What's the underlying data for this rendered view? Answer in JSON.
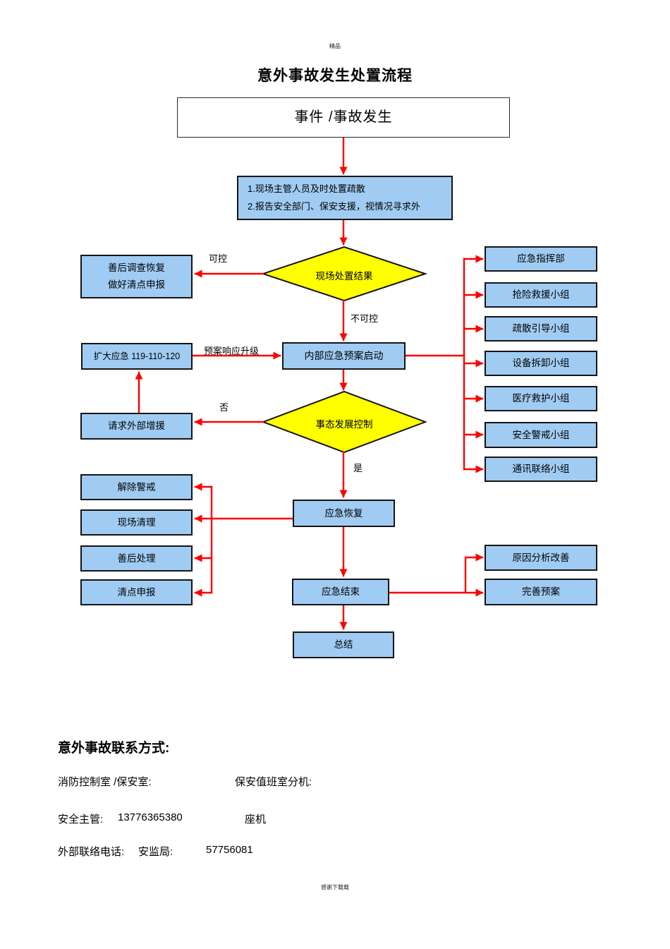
{
  "page": {
    "watermark_top": "精品",
    "title": "意外事故发生处置流程",
    "watermark_bottom": "感谢下载载"
  },
  "colors": {
    "node_fill": "#a0ccf3",
    "decision_fill": "#ffff00",
    "arrow": "#fe0000",
    "node_border": "#141414"
  },
  "flowchart": {
    "start": "事件 /事故发生",
    "initial_actions_line1": "1.现场主管人员及时处置疏散",
    "initial_actions_line2": "2.报告安全部门、保安支援，视情况寻求外",
    "decision_onsite": "现场处置结果",
    "label_controllable": "可控",
    "label_uncontrollable": "不可控",
    "aftermath_line1": "善后调查恢复",
    "aftermath_line2": "做好清点申报",
    "expand_emergency": "扩大应急  119-110-120",
    "label_plan_upgrade": "预案响应升级",
    "internal_plan": "内部应急预案启动",
    "decision_development": "事态发展控制",
    "label_no": "否",
    "label_yes": "是",
    "request_backup": "请求外部增援",
    "teams": [
      "应急指挥部",
      "抢险救援小组",
      "疏散引导小组",
      "设备拆卸小组",
      "医疗救护小组",
      "安全警戒小组",
      "通讯联络小组"
    ],
    "recovery": "应急恢复",
    "recovery_tasks": [
      "解除警戒",
      "现场清理",
      "善后处理",
      "清点申报"
    ],
    "end": "应急结束",
    "followups": [
      "原因分析改善",
      "完善预案"
    ],
    "summary": "总结"
  },
  "contacts": {
    "heading": "意外事故联系方式:",
    "fire_room_label": "消防控制室 /保安室:",
    "duty_room_label": "保安值班室分机:",
    "safety_manager_label": "安全主管:",
    "safety_manager_phone": "13776365380",
    "landline_label": "座机",
    "external_label": "外部联络电话:",
    "bureau_label": "安监局:",
    "bureau_phone": "57756081"
  }
}
